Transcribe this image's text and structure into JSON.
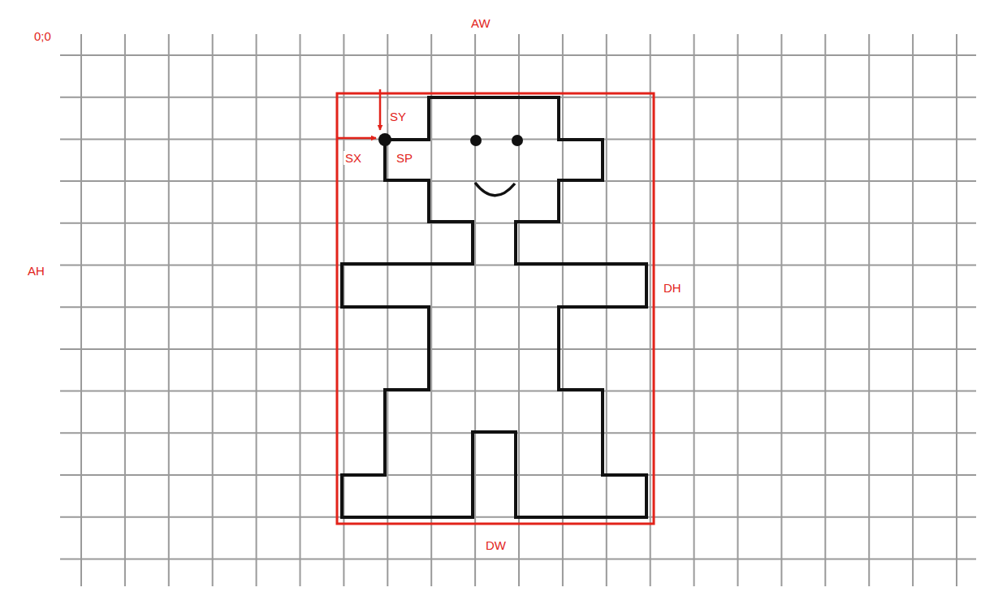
{
  "diagram": {
    "labels": [
      "0;0",
      "AW",
      "AH",
      "SY",
      "SX",
      "SP",
      "DH",
      "DW"
    ]
  }
}
